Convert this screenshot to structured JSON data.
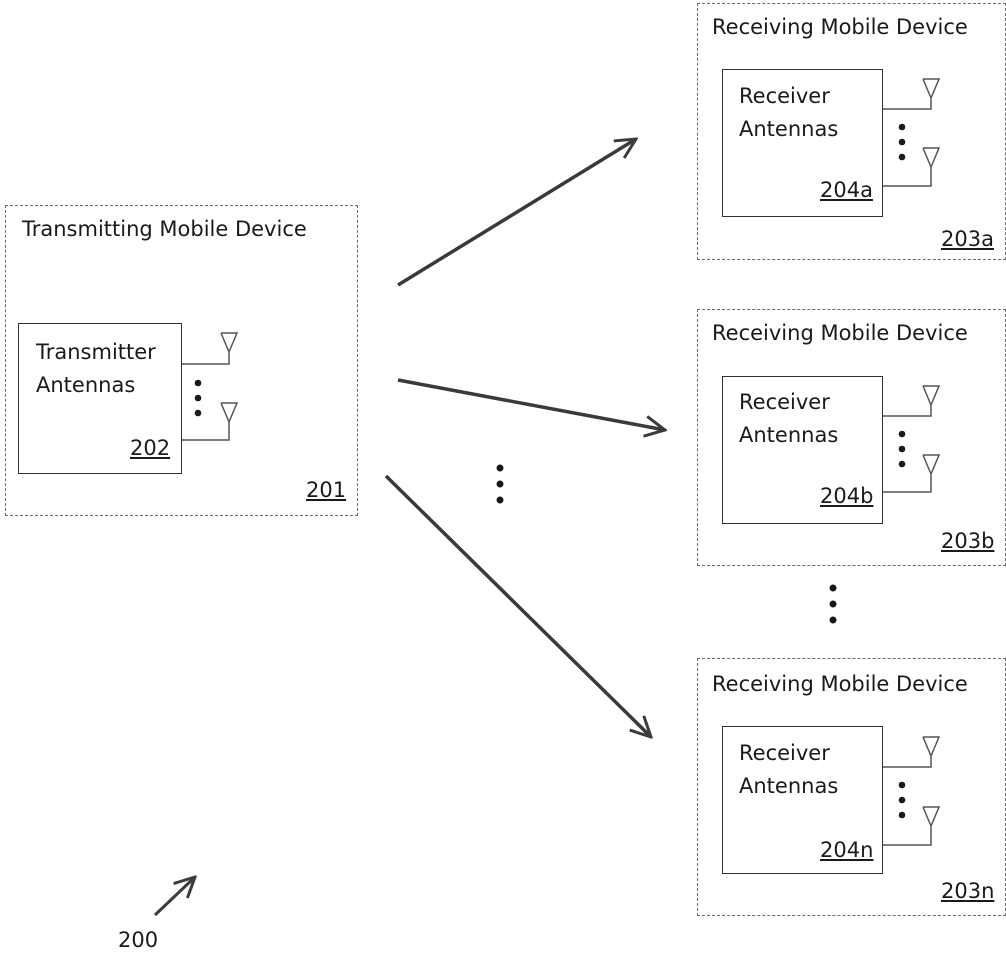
{
  "figure_number": "200",
  "transmitter": {
    "device_label": "Transmitting Mobile Device",
    "device_ref": "201",
    "box_label_line1": "Transmitter",
    "box_label_line2": "Antennas",
    "box_ref": "202"
  },
  "receivers": [
    {
      "device_label": "Receiving Mobile Device",
      "device_ref": "203a",
      "box_label_line1": "Receiver",
      "box_label_line2": "Antennas",
      "box_ref": "204a"
    },
    {
      "device_label": "Receiving Mobile Device",
      "device_ref": "203b",
      "box_label_line1": "Receiver",
      "box_label_line2": "Antennas",
      "box_ref": "204b"
    },
    {
      "device_label": "Receiving Mobile Device",
      "device_ref": "203n",
      "box_label_line1": "Receiver",
      "box_label_line2": "Antennas",
      "box_ref": "204n"
    }
  ]
}
